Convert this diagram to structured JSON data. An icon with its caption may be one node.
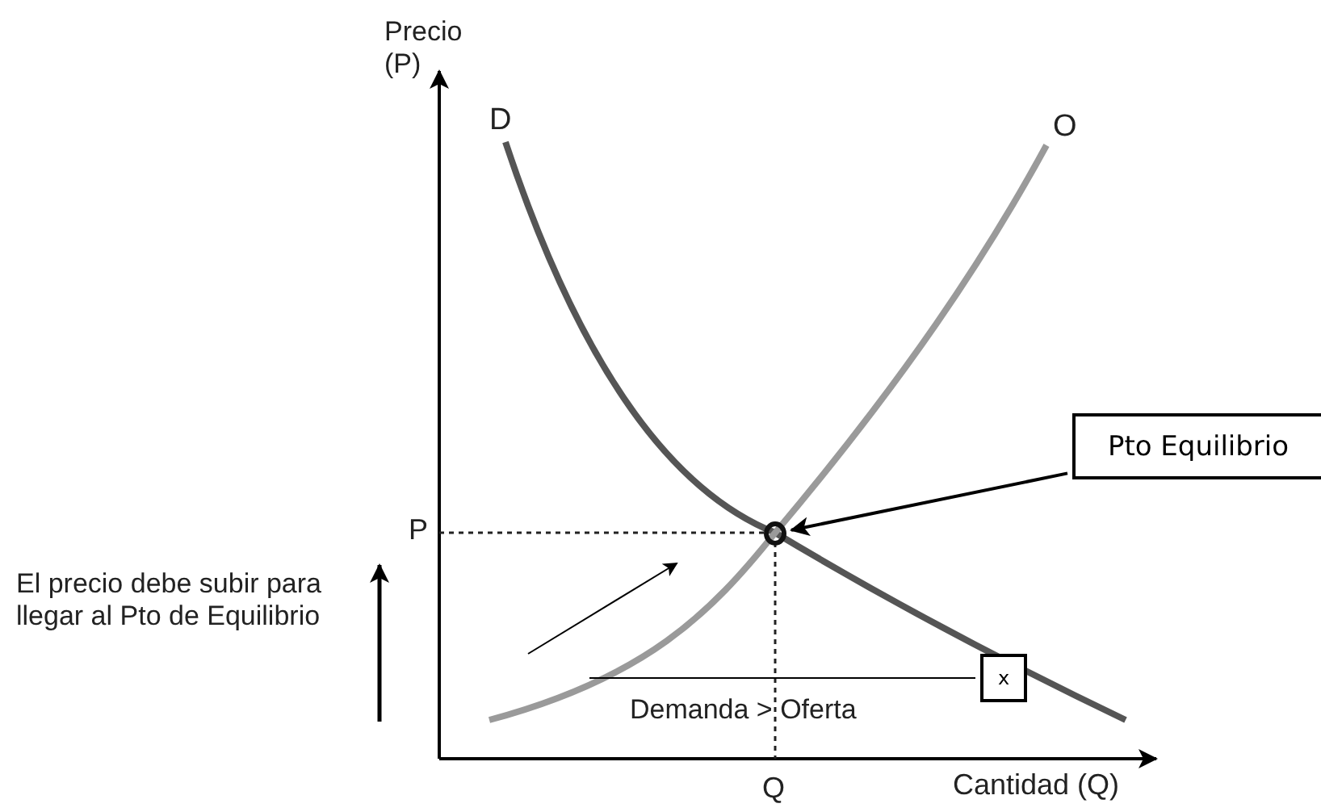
{
  "diagram": {
    "nodes": [
      {
        "text": [
          "Pto Equilibrio"
        ]
      },
      {
        "text": [],
        "shape": "circle"
      },
      {
        "text": [
          "x"
        ]
      }
    ],
    "edges": [
      {
        "from": 0,
        "to": 1,
        "arrow": "to"
      },
      {
        "from": 2,
        "to": null,
        "arrow": "none"
      }
    ],
    "labels": [
      "Precio (P)",
      "D",
      "O",
      "P",
      "El precio debe subir para llegar al Pto de Equilibrio",
      "Demanda > Oferta",
      "Q",
      "Cantidad (Q)"
    ]
  }
}
